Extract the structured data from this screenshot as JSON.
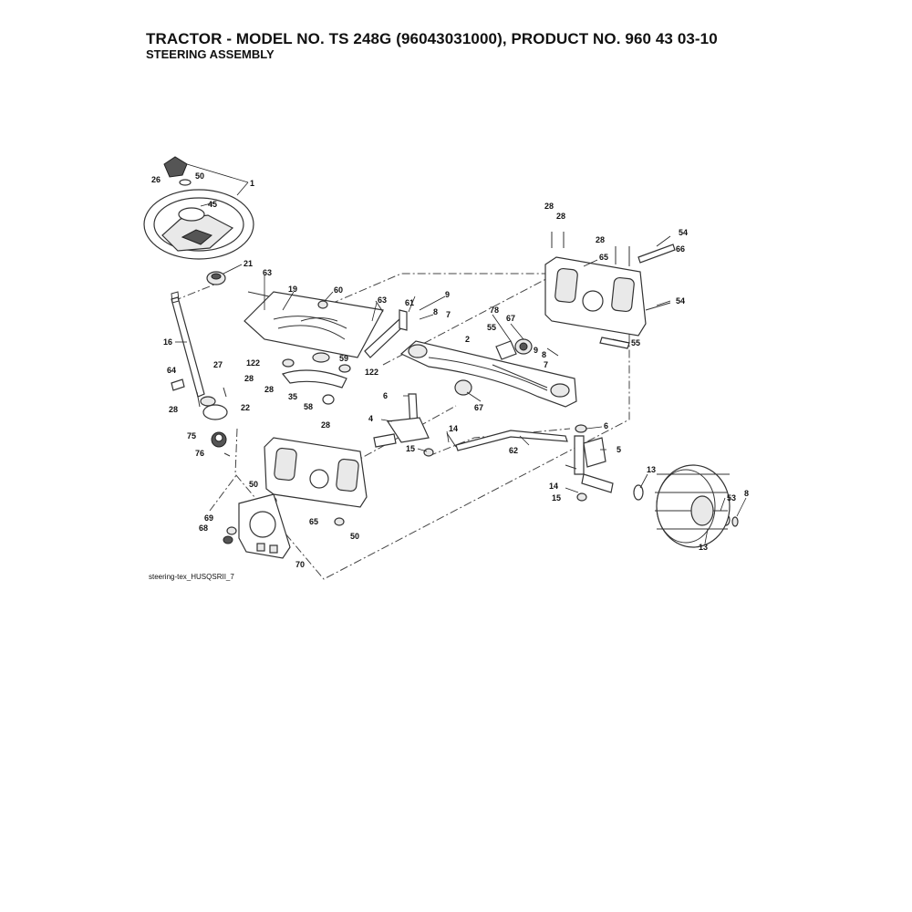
{
  "header": {
    "title": "TRACTOR - MODEL NO. TS 248G (96043031000), PRODUCT NO. 960 43 03-10",
    "subtitle": "STEERING ASSEMBLY"
  },
  "diagram": {
    "caption": "steering-tex_HUSQSRII_7",
    "callouts": [
      "26",
      "50",
      "1",
      "45",
      "21",
      "16",
      "64",
      "27",
      "28",
      "28",
      "22",
      "75",
      "76",
      "63",
      "19",
      "60",
      "63",
      "61",
      "9",
      "8",
      "7",
      "122",
      "59",
      "122",
      "35",
      "58",
      "28",
      "28",
      "50",
      "65",
      "69",
      "68",
      "70",
      "50",
      "6",
      "4",
      "14",
      "15",
      "2",
      "78",
      "55",
      "67",
      "9",
      "8",
      "7",
      "67",
      "28",
      "28",
      "54",
      "66",
      "65",
      "54",
      "55",
      "6",
      "5",
      "62",
      "14",
      "15",
      "13",
      "53",
      "8",
      "13",
      "28"
    ]
  }
}
